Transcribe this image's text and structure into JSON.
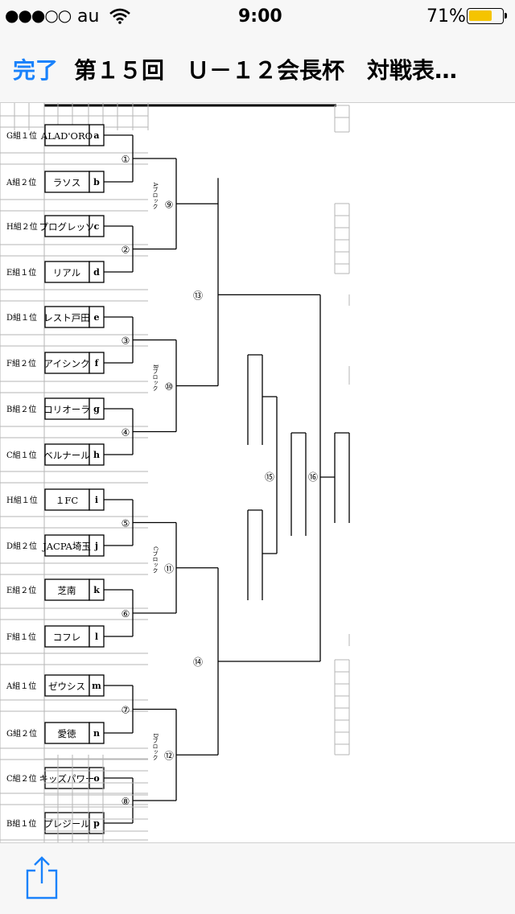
{
  "status_bar": {
    "signal": "●●●○○",
    "carrier": "au",
    "time": "9:00",
    "battery_percent": "71%",
    "battery_level": 0.71,
    "battery_color": "#f5c400"
  },
  "nav_bar": {
    "done_label": "完了",
    "title": "第１５回　Ｕ－１２会長杯　対戦表…",
    "accent_color": "#1a82fb"
  },
  "bracket": {
    "teams": [
      {
        "group": "G組１位",
        "name": "ALAD'ORO",
        "letter": "a"
      },
      {
        "group": "A組２位",
        "name": "ラソス",
        "letter": "b"
      },
      {
        "group": "H組２位",
        "name": "プログレッソ",
        "letter": "c"
      },
      {
        "group": "E組１位",
        "name": "リアル",
        "letter": "d"
      },
      {
        "group": "D組１位",
        "name": "レスト戸田",
        "letter": "e"
      },
      {
        "group": "F組２位",
        "name": "アイシンク",
        "letter": "f"
      },
      {
        "group": "B組２位",
        "name": "コリオーラ",
        "letter": "g"
      },
      {
        "group": "C組１位",
        "name": "ベルナール",
        "letter": "h"
      },
      {
        "group": "H組１位",
        "name": "１FC",
        "letter": "i"
      },
      {
        "group": "D組２位",
        "name": "JACPA埼玉",
        "letter": "j"
      },
      {
        "group": "E組２位",
        "name": "芝南",
        "letter": "k"
      },
      {
        "group": "F組１位",
        "name": "コフレ",
        "letter": "l"
      },
      {
        "group": "A組１位",
        "name": "ゼウシス",
        "letter": "m"
      },
      {
        "group": "G組２位",
        "name": "愛徳",
        "letter": "n"
      },
      {
        "group": "C組２位",
        "name": "キッズパワー",
        "letter": "o"
      },
      {
        "group": "B組１位",
        "name": "プレジール",
        "letter": "p"
      }
    ],
    "round1_labels": [
      "①",
      "②",
      "③",
      "④",
      "⑤",
      "⑥",
      "⑦",
      "⑧"
    ],
    "round2_labels": [
      "⑨",
      "⑩",
      "⑪",
      "⑫"
    ],
    "round3_labels": [
      "⑬",
      "⑭"
    ],
    "semi_label": "⑮",
    "final_label": "⑯",
    "block_labels": [
      "Aブロック",
      "Bブロック",
      "Cブロック",
      "Dブロック"
    ]
  },
  "toolbar": {
    "share_icon": "share-icon",
    "icon_color": "#1a82fb"
  }
}
